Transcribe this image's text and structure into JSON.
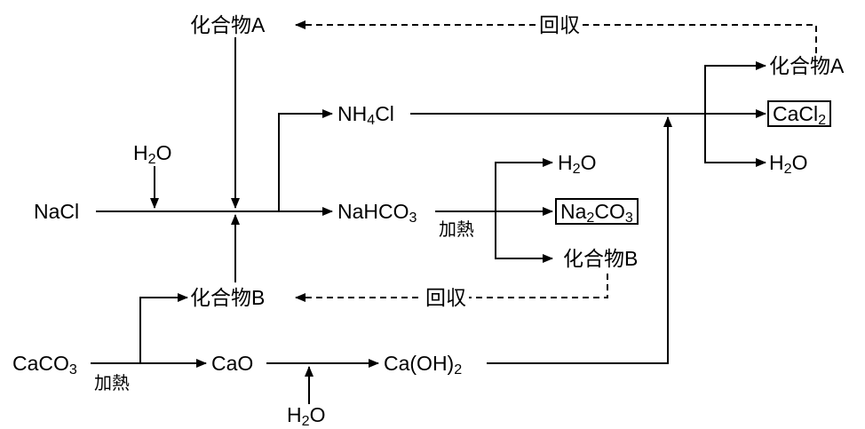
{
  "compound_a": "化合物A",
  "compound_b": "化合物B",
  "recover": "回収",
  "heat": "加熱",
  "h2o": {
    "main": "H",
    "sub": "2",
    "tail": "O"
  },
  "nacl": "NaCl",
  "nh4cl": {
    "main": "NH",
    "sub": "4",
    "tail": "Cl"
  },
  "nahco3": {
    "main": "NaHCO",
    "sub": "3"
  },
  "na2co3": {
    "main": "Na",
    "sub": "2",
    "tail": "CO",
    "sub2": "3"
  },
  "cacl2": {
    "main": "CaCl",
    "sub": "2"
  },
  "caco3": {
    "main": "CaCO",
    "sub": "3"
  },
  "cao": "CaO",
  "caoh2": {
    "main": "Ca(OH)",
    "sub": "2"
  }
}
